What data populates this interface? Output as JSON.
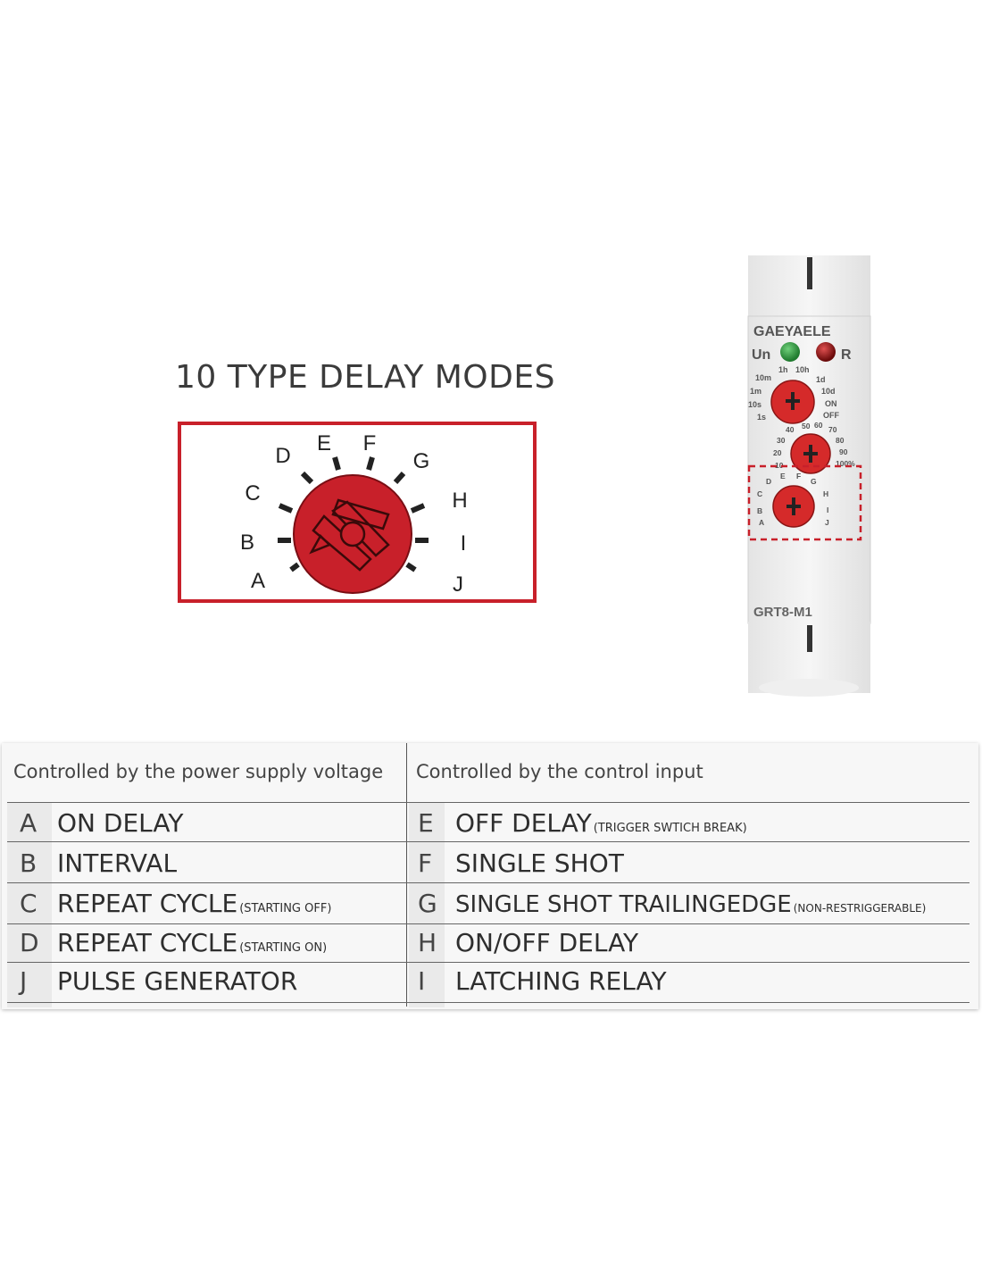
{
  "headline": "10 TYPE DELAY MODES",
  "dial": {
    "letters": [
      "A",
      "B",
      "C",
      "D",
      "E",
      "F",
      "G",
      "H",
      "I",
      "J"
    ],
    "accent": "#c8202a"
  },
  "device": {
    "brand": "GAEYAELE",
    "model": "GRT8-M1",
    "led_un_label": "Un",
    "led_r_label": "R",
    "knob_time": {
      "labels_left": [
        "10m",
        "1m",
        "10s",
        "1s"
      ],
      "labels_top": [
        "1h",
        "10h"
      ],
      "labels_right": [
        "1d",
        "10d",
        "ON",
        "OFF"
      ]
    },
    "knob_percent": {
      "labels": [
        "40",
        "50",
        "60",
        "70",
        "80",
        "90",
        "100%",
        "30",
        "20",
        "10"
      ]
    },
    "knob_mode": {
      "labels": [
        "A",
        "B",
        "C",
        "D",
        "E",
        "F",
        "G",
        "H",
        "I",
        "J"
      ]
    },
    "led_un_color": "#1f7a2e",
    "led_r_color": "#8a1010"
  },
  "table": {
    "left_header": "Controlled by the power supply voltage",
    "right_header": "Controlled by the control input",
    "left_rows": [
      {
        "key": "A",
        "label": "ON DELAY",
        "note": ""
      },
      {
        "key": "B",
        "label": "INTERVAL",
        "note": ""
      },
      {
        "key": "C",
        "label": "REPEAT CYCLE",
        "note": "(STARTING OFF)"
      },
      {
        "key": "D",
        "label": "REPEAT CYCLE",
        "note": "(STARTING ON)"
      },
      {
        "key": "J",
        "label": "PULSE GENERATOR",
        "note": ""
      }
    ],
    "right_rows": [
      {
        "key": "E",
        "label": "OFF DELAY",
        "note": "(TRIGGER SWTICH BREAK)"
      },
      {
        "key": "F",
        "label": "SINGLE SHOT",
        "note": ""
      },
      {
        "key": "G",
        "label": "SINGLE SHOT TRAILINGEDGE",
        "note": "(NON-RESTRIGGERABLE)"
      },
      {
        "key": "H",
        "label": "ON/OFF DELAY",
        "note": ""
      },
      {
        "key": "I",
        "label": "LATCHING RELAY",
        "note": ""
      }
    ]
  }
}
